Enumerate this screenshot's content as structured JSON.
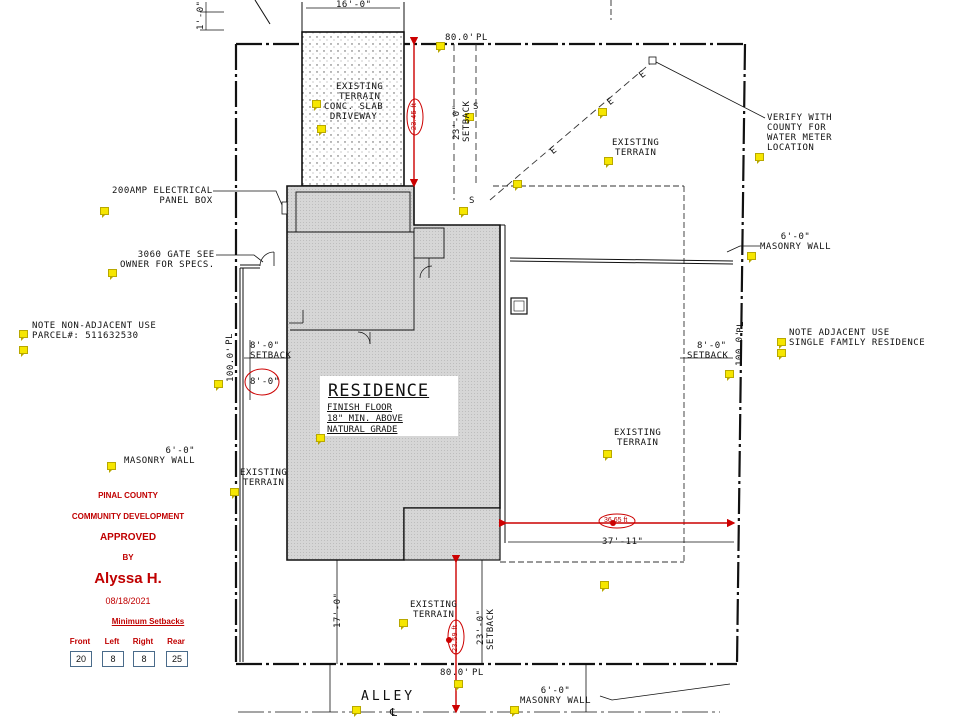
{
  "dims": {
    "top_driveway": "16'-0\"",
    "top_width": "80.0'",
    "bottom_width": "80.0'",
    "left_depth": "100.0'",
    "right_depth": "100.0'",
    "front_setback_dim": "23'-0\"",
    "rear_setback_dim": "23'-0\"",
    "rear_yard": "17'-0\"",
    "side_yard_left": "8'-0\"",
    "side_yard_left_b": "8'-0\"",
    "side_yard_right": "8'-0\"",
    "house_to_wall": "37'-11\"",
    "top_small": "1'-0\"",
    "meas_front": "23.45 ft",
    "meas_side": "36.65 ft",
    "meas_rear": "23.59 ft",
    "utility_letter_s1": "S",
    "utility_letter_s2": "S",
    "utility_letter_e1": "E",
    "utility_letter_e2": "E",
    "utility_letter_e3": "E",
    "pl_mark": "PL"
  },
  "labels": {
    "existing_terrain_driveway": "EXISTING\nTERRAIN",
    "conc_slab": "CONC. SLAB\nDRIVEWAY",
    "setback_front": "SETBACK",
    "setback_rear": "SETBACK",
    "setback_left": "SETBACK",
    "setback_right": "SETBACK",
    "existing_terrain_top_right": "EXISTING\nTERRAIN",
    "existing_terrain_right": "EXISTING\nTERRAIN",
    "existing_terrain_left": "EXISTING\nTERRAIN",
    "existing_terrain_bottom": "EXISTING\nTERRAIN",
    "verify_meter": "VERIFY WITH\nCOUNTY FOR\nWATER METER\nLOCATION",
    "electrical_panel": "200AMP ELECTRICAL\nPANEL BOX",
    "gate": "3060 GATE SEE\nOWNER FOR SPECS.",
    "masonry_wall_right": "6'-0\"\nMASONRY WALL",
    "masonry_wall_left": "6'-0\"\nMASONRY WALL",
    "masonry_wall_bottom": "6'-0\"\nMASONRY WALL",
    "note_non_adjacent": "NOTE NON-ADJACENT USE\nPARCEL#: 511632530",
    "note_adjacent": "NOTE ADJACENT USE\nSINGLE FAMILY RESIDENCE",
    "alley": "ALLEY",
    "centerline": "℄"
  },
  "residence": {
    "title": "RESIDENCE",
    "line1": "FINISH FLOOR",
    "line2": "18\" MIN. ABOVE",
    "line3": "NATURAL GRADE"
  },
  "stamp": {
    "county": "PINAL COUNTY",
    "dept": "COMMUNITY DEVELOPMENT",
    "status": "APPROVED",
    "by": "BY",
    "reviewer": "Alyssa H.",
    "date": "08/18/2021",
    "setbacks_title": "Minimum Setbacks",
    "headers": [
      "Front",
      "Left",
      "Right",
      "Rear"
    ],
    "values": [
      "20",
      "8",
      "8",
      "25"
    ]
  },
  "colors": {
    "line": "#111111",
    "hatch": "#d9d9d9",
    "stamp_red": "#c00000",
    "measure_red": "#b00000",
    "note_yellow": "#f6e600"
  }
}
